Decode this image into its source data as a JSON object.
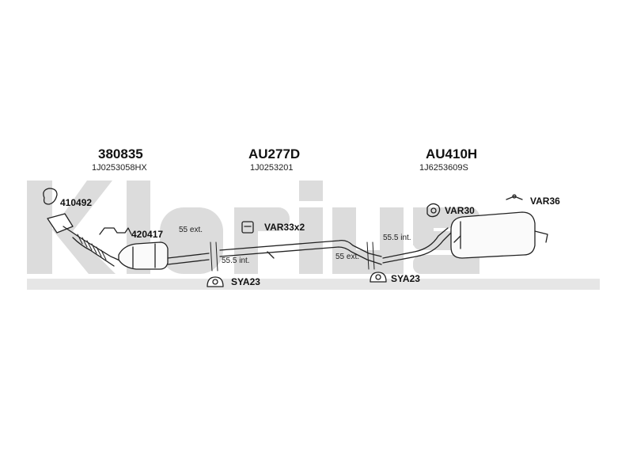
{
  "watermark": {
    "text": "Klarius",
    "color": "#d9d9d9"
  },
  "sections": [
    {
      "part_number": "380835",
      "oem_code": "1J0253058HX"
    },
    {
      "part_number": "AU277D",
      "oem_code": "1J0253201"
    },
    {
      "part_number": "AU410H",
      "oem_code": "1J6253609S"
    }
  ],
  "fittings": {
    "gasket_front": "410492",
    "bracket_front": "420417",
    "clamp_middle": "VAR33x2",
    "rubber_rear_1": "VAR30",
    "hanger_rear": "VAR36",
    "mount_1": "SYA23",
    "mount_2": "SYA23"
  },
  "dimensions": {
    "joint1_ext": "55 ext.",
    "joint1_int": "55.5 int.",
    "joint2_int": "55.5 int.",
    "joint2_ext": "55 ext."
  }
}
